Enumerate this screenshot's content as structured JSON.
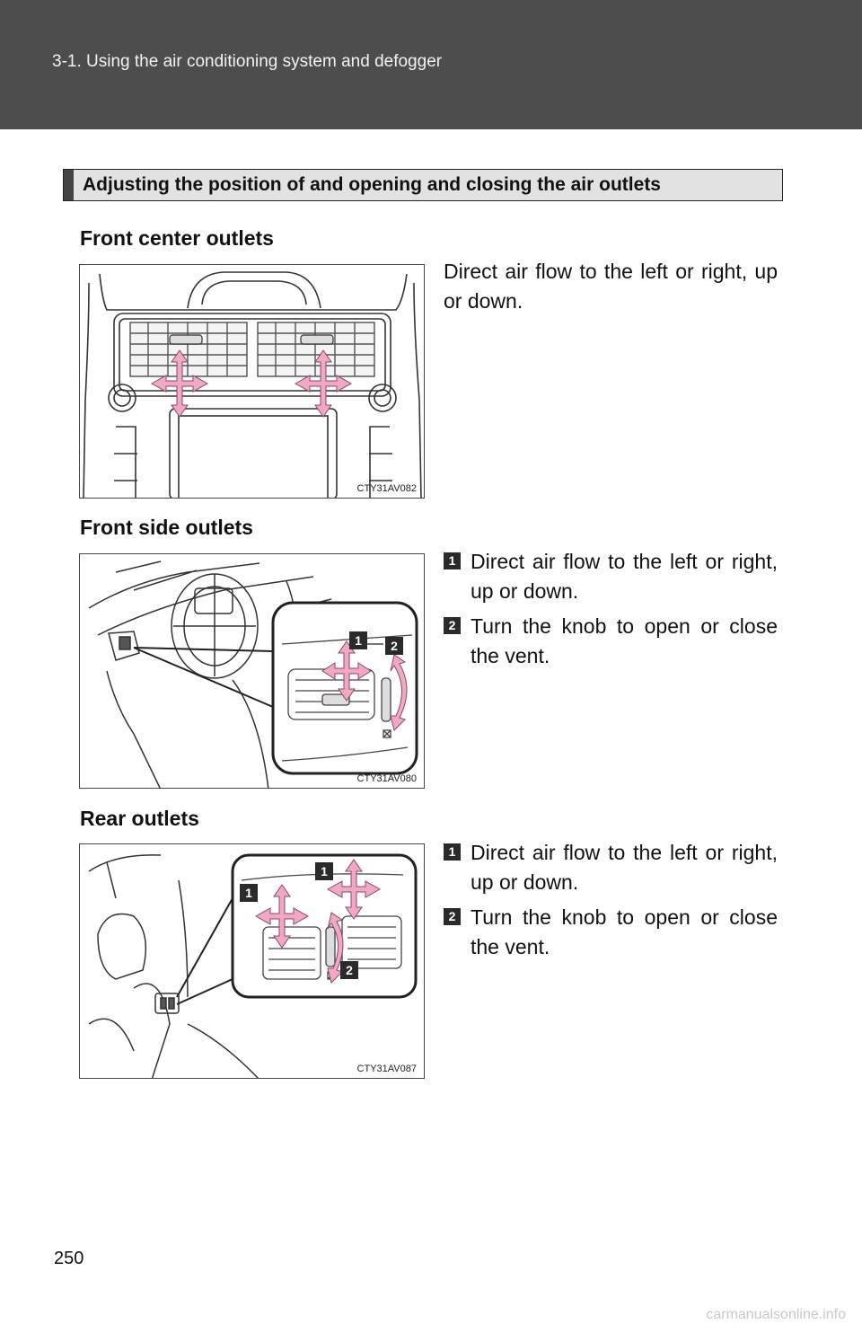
{
  "header": {
    "breadcrumb": "3-1. Using the air conditioning system and defogger"
  },
  "section": {
    "title": "Adjusting the position of and opening and closing the air outlets"
  },
  "blocks": {
    "center": {
      "heading": "Front center outlets",
      "figure_code": "CTY31AV082",
      "text": "Direct air flow to the left or right, up or down."
    },
    "side": {
      "heading": "Front side outlets",
      "figure_code": "CTY31AV080",
      "callouts": [
        "1",
        "2"
      ],
      "steps": [
        {
          "num": "1",
          "text": "Direct air flow to the left or right, up or down."
        },
        {
          "num": "2",
          "text": "Turn the knob to open or close the vent."
        }
      ]
    },
    "rear": {
      "heading": "Rear outlets",
      "figure_code": "CTY31AV087",
      "callouts": [
        "1",
        "1",
        "2"
      ],
      "steps": [
        {
          "num": "1",
          "text": "Direct air flow to the left or right, up or down."
        },
        {
          "num": "2",
          "text": "Turn the knob to open or close the vent."
        }
      ]
    }
  },
  "page_number": "250",
  "watermark": "carmanualsonline.info",
  "colors": {
    "header_bg": "#4d4d4d",
    "arrow": "#f0a8c4",
    "bar_bg": "#e2e2e2"
  }
}
